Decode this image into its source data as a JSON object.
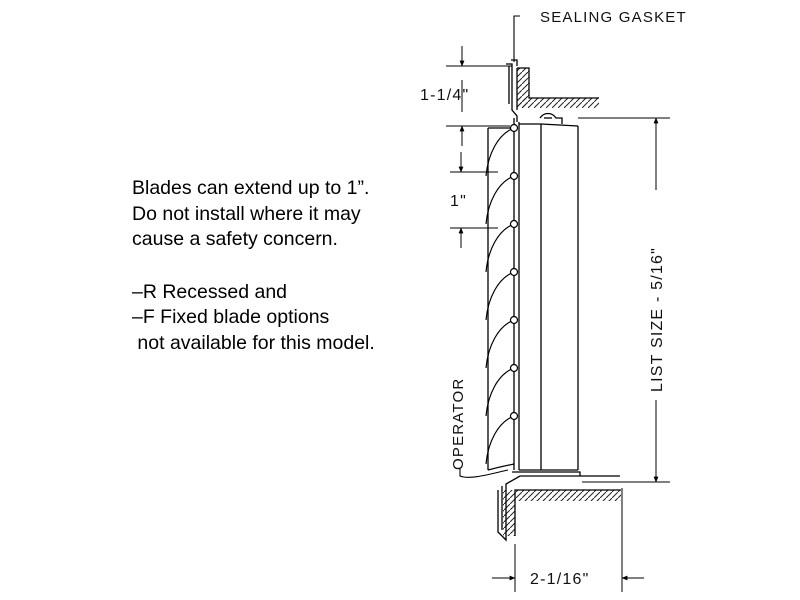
{
  "notes": {
    "lines_a": [
      "Blades can extend up to 1”.",
      "Do not install where it may",
      "cause a safety concern."
    ],
    "lines_b": [
      "–R Recessed and",
      "–F Fixed blade options",
      " not available for this model."
    ]
  },
  "labels": {
    "sealing_gasket": "SEALING GASKET",
    "operator": "OPERATOR",
    "flange_dim": "1-1/4\"",
    "blade_dim": "1\"",
    "depth_dim": "2-1/16\"",
    "list_size": "LIST SIZE - 5/16\""
  }
}
